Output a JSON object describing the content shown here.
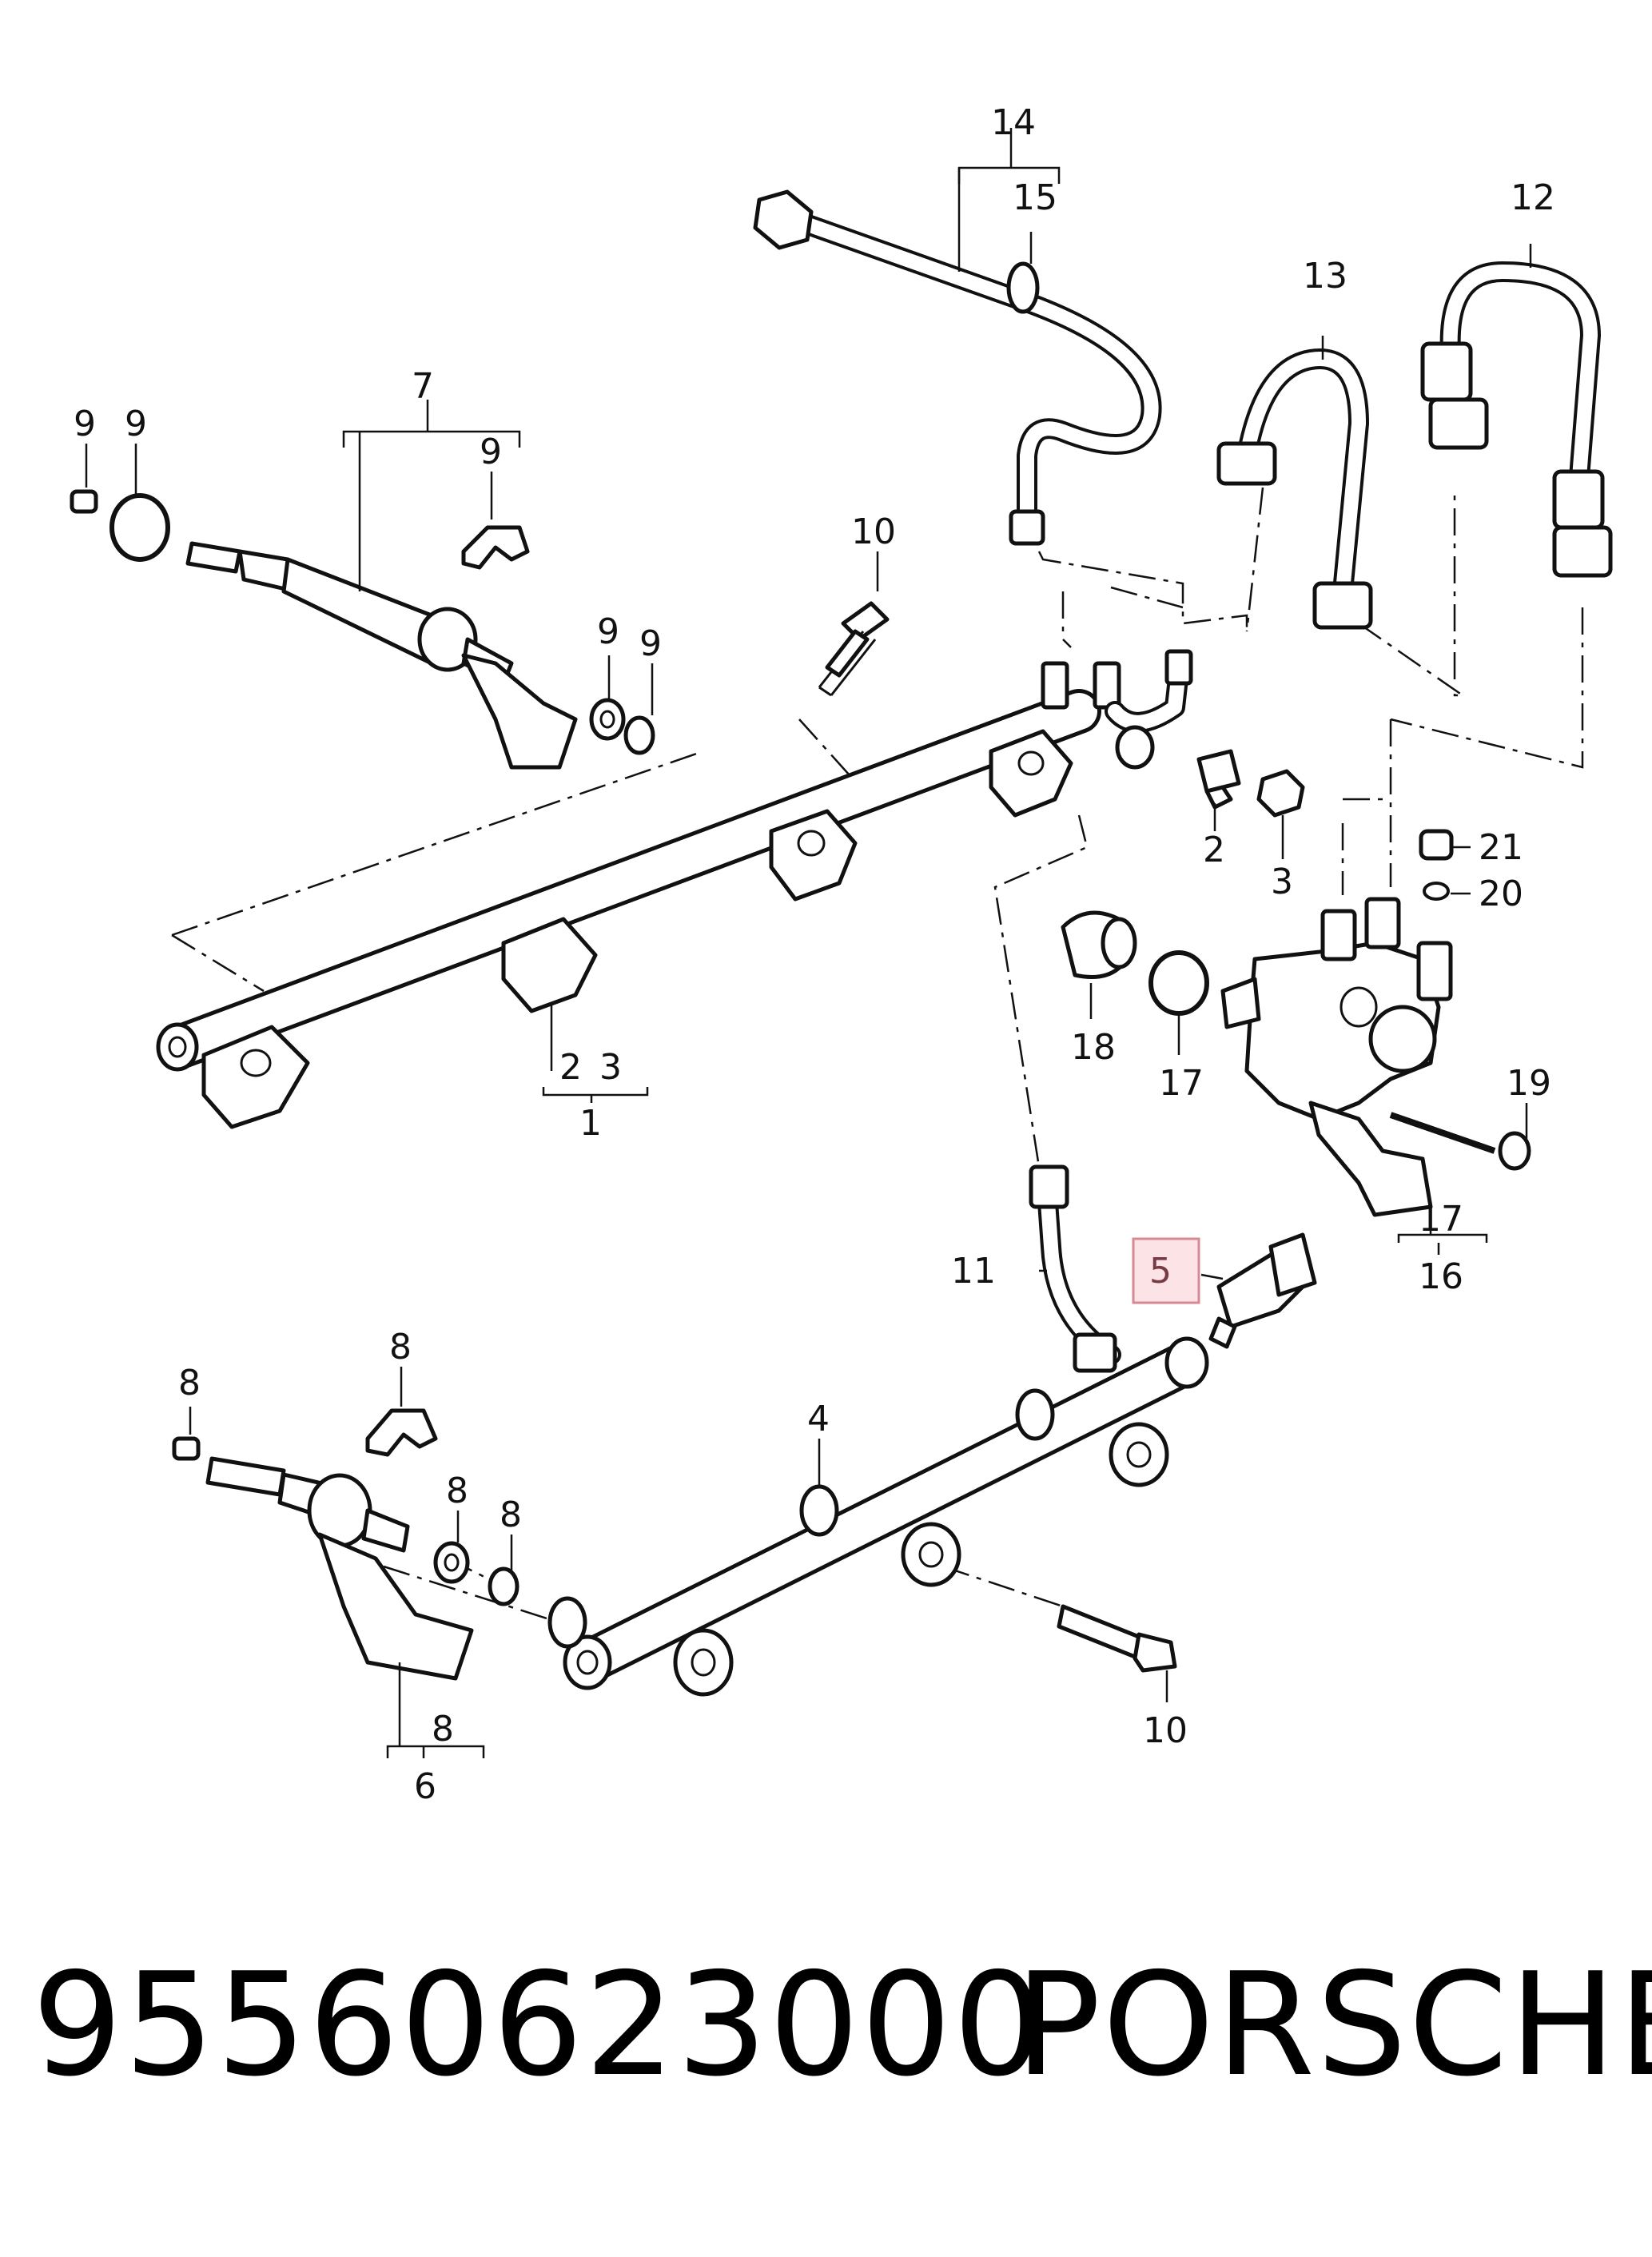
{
  "callouts": {
    "c1": "1",
    "c2a": "2",
    "c2b": "2",
    "c3a": "3",
    "c3b": "3",
    "c4": "4",
    "c5": "5",
    "c6": "6",
    "c7": "7",
    "c8a": "8",
    "c8b": "8",
    "c8c": "8",
    "c8d": "8",
    "c8e": "8",
    "c9a": "9",
    "c9b": "9",
    "c9c": "9",
    "c9d": "9",
    "c9e": "9",
    "c10a": "10",
    "c10b": "10",
    "c11": "11",
    "c12": "12",
    "c13": "13",
    "c14": "14",
    "c15": "15",
    "c16": "16",
    "c17a": "17",
    "c17b": "17",
    "c18": "18",
    "c19": "19",
    "c20": "20",
    "c21": "21"
  },
  "highlight_color": "#fbe3e6",
  "footer": {
    "part_number": "95560623000",
    "brand": "PORSCHE"
  }
}
